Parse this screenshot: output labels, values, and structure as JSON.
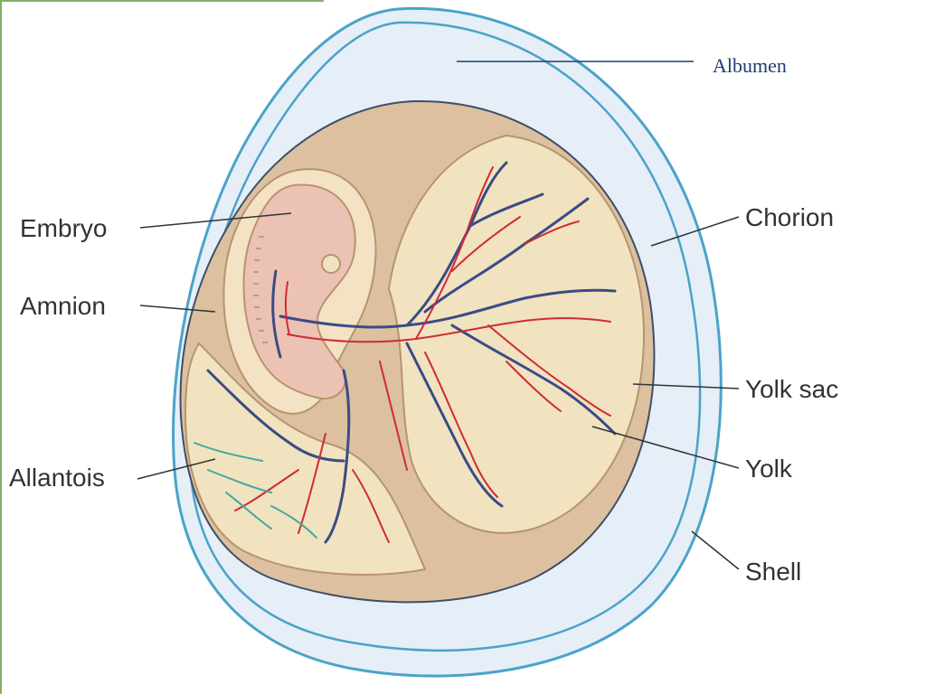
{
  "labels": {
    "albumen": "Albumen",
    "embryo": "Embryo",
    "amnion": "Amnion",
    "allantois": "Allantois",
    "chorion": "Chorion",
    "yolk_sac": "Yolk sac",
    "yolk": "Yolk",
    "shell": "Shell"
  },
  "colors": {
    "shell": "#4aa3c9",
    "albumen": "#e6eef8",
    "chorion_fill": "#dcc0a0",
    "yolk": "#f1e3bf",
    "embryo": "#ecc2b4",
    "artery": "#d12a35",
    "vein": "#3b4b86",
    "allantois_vessel": "#44a8a0"
  }
}
